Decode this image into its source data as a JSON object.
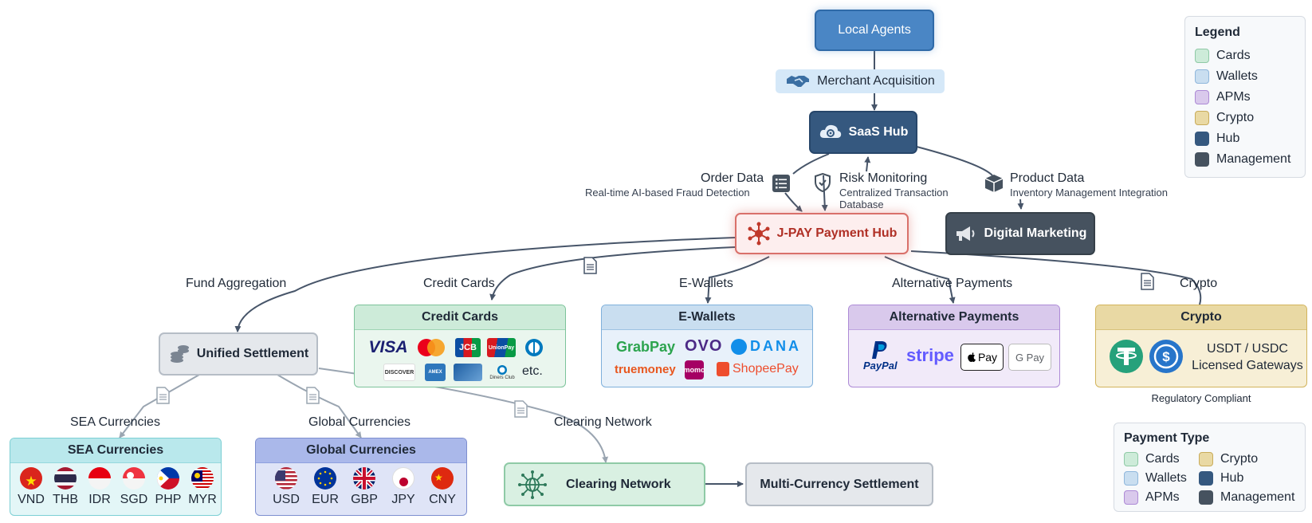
{
  "nodes": {
    "local_agents": "Local Agents",
    "merchant_acquisition": "Merchant Acquisition",
    "saas_hub": "SaaS Hub",
    "jpay_hub": "J-PAY Payment Hub",
    "digital_marketing": "Digital Marketing",
    "unified_settlement": "Unified Settlement",
    "clearing_network": "Clearing Network",
    "multi_currency_settlement": "Multi-Currency Settlement"
  },
  "edge_labels": {
    "order_data": "Order Data",
    "order_data_sub": "Real-time AI-based Fraud Detection",
    "risk_monitoring": "Risk Monitoring",
    "risk_monitoring_sub1": "Centralized Transaction",
    "risk_monitoring_sub2": "Database",
    "product_data": "Product Data",
    "product_data_sub": "Inventory Management Integration",
    "fund_aggregation": "Fund Aggregation",
    "credit_cards": "Credit Cards",
    "e_wallets": "E-Wallets",
    "alternative_payments": "Alternative Payments",
    "crypto": "Crypto",
    "sea_currencies": "SEA Currencies",
    "global_currencies": "Global Currencies",
    "clearing_network": "Clearing Network"
  },
  "groups": {
    "credit_cards": {
      "title": "Credit Cards",
      "brands": [
        "VISA",
        "Mastercard",
        "JCB",
        "UnionPay",
        "Diners",
        "DISCOVER",
        "AMEX",
        "Card",
        "Diners Club"
      ],
      "etc": "etc."
    },
    "e_wallets": {
      "title": "E-Wallets",
      "brands": [
        "GrabPay",
        "OVO",
        "DANA",
        "truemoney",
        "momo",
        "ShopeePay"
      ]
    },
    "alternative_payments": {
      "title": "Alternative Payments",
      "brands": [
        "PayPal",
        "stripe",
        "Pay",
        "G Pay"
      ]
    },
    "crypto": {
      "title": "Crypto",
      "line1": "USDT / USDC",
      "line2": "Licensed Gateways",
      "note": "Regulatory Compliant"
    },
    "sea_currencies": {
      "title": "SEA Currencies",
      "items": [
        "VND",
        "THB",
        "IDR",
        "SGD",
        "PHP",
        "MYR"
      ]
    },
    "global_currencies": {
      "title": "Global Currencies",
      "items": [
        "USD",
        "EUR",
        "GBP",
        "JPY",
        "CNY"
      ]
    }
  },
  "legend": {
    "title": "Legend",
    "items": [
      "Cards",
      "Wallets",
      "APMs",
      "Crypto",
      "Hub",
      "Management"
    ]
  },
  "payment_type": {
    "title": "Payment Type",
    "items": [
      "Cards",
      "Crypto",
      "Wallets",
      "Hub",
      "APMs",
      "Management"
    ]
  },
  "colors": {
    "cards": "#cdebd9",
    "wallets": "#c9def0",
    "apms": "#d9c9ec",
    "crypto": "#e9d9a4",
    "hub": "#35587f",
    "management": "#46525f",
    "jpay_red": "#c0392b"
  },
  "icons": [
    "handshake-icon",
    "cloud-gear-icon",
    "checklist-icon",
    "shield-check-icon",
    "box-icon",
    "megaphone-icon",
    "hub-network-icon",
    "coins-icon",
    "globe-network-icon",
    "document-icon",
    "tether-icon",
    "usdc-icon"
  ]
}
